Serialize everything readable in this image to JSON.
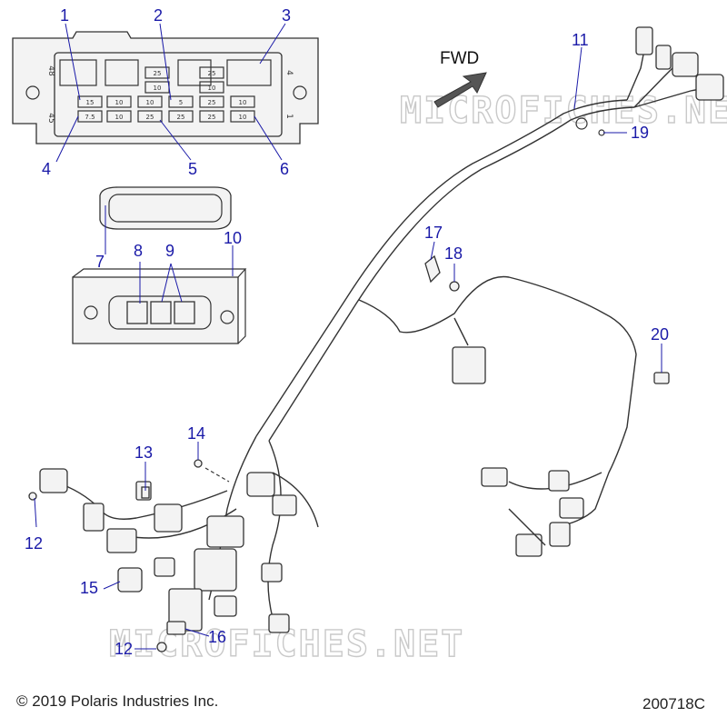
{
  "callouts": [
    {
      "id": "1",
      "label": "1"
    },
    {
      "id": "2",
      "label": "2"
    },
    {
      "id": "3",
      "label": "3"
    },
    {
      "id": "4",
      "label": "4"
    },
    {
      "id": "5",
      "label": "5"
    },
    {
      "id": "6",
      "label": "6"
    },
    {
      "id": "7",
      "label": "7"
    },
    {
      "id": "8",
      "label": "8"
    },
    {
      "id": "9",
      "label": "9"
    },
    {
      "id": "10",
      "label": "10"
    },
    {
      "id": "11",
      "label": "11"
    },
    {
      "id": "12a",
      "label": "12"
    },
    {
      "id": "12b",
      "label": "12"
    },
    {
      "id": "13",
      "label": "13"
    },
    {
      "id": "14",
      "label": "14"
    },
    {
      "id": "15",
      "label": "15"
    },
    {
      "id": "16",
      "label": "16"
    },
    {
      "id": "17",
      "label": "17"
    },
    {
      "id": "18",
      "label": "18"
    },
    {
      "id": "19",
      "label": "19"
    },
    {
      "id": "20",
      "label": "20"
    }
  ],
  "direction_label": "FWD",
  "fuse_box": {
    "corner_marks": [
      "48",
      "45",
      "4",
      "1"
    ],
    "row1": [
      "25",
      "25"
    ],
    "row2": [
      "10",
      "10"
    ],
    "row3": [
      "15",
      "10",
      "10",
      "5",
      "25",
      "10"
    ],
    "row4": [
      "7.5",
      "10",
      "25",
      "25",
      "25",
      "10"
    ]
  },
  "watermark": "MICROFICHES.NET",
  "footer": {
    "copyright": "© 2019 Polaris Industries Inc.",
    "diagram_id": "200718C"
  }
}
